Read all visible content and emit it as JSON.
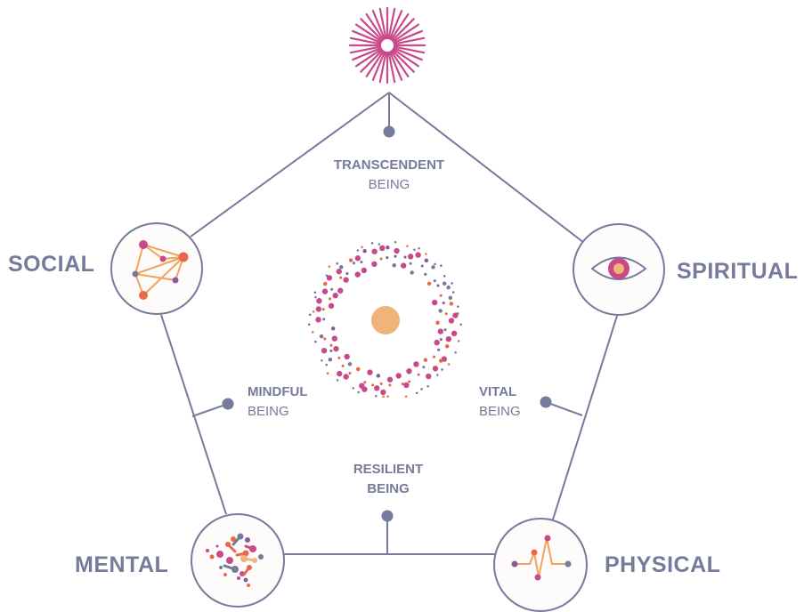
{
  "colors": {
    "line": "#767a9b",
    "magenta": "#c84a8a",
    "orange": "#e8694a",
    "peach": "#f0b37a",
    "purple": "#8a5a9e",
    "slate": "#767a9b",
    "circle_fill": "#fdfcfa"
  },
  "center": {
    "core_label": "",
    "ring": "dotted-ring"
  },
  "nodes": {
    "social": {
      "label": "SOCIAL",
      "icon": "network-icon"
    },
    "spiritual": {
      "label": "SPIRITUAL",
      "icon": "eye-icon"
    },
    "mental": {
      "label": "MENTAL",
      "icon": "brain-icon"
    },
    "physical": {
      "label": "PHYSICAL",
      "icon": "heartbeat-icon"
    },
    "apex": {
      "icon": "starburst-icon"
    }
  },
  "beings": {
    "transcendent": {
      "line1": "TRANSCENDENT",
      "line2": "BEING"
    },
    "mindful": {
      "line1": "MINDFUL",
      "line2": "BEING"
    },
    "vital": {
      "line1": "VITAL",
      "line2": "BEING"
    },
    "resilient": {
      "line1": "RESILIENT",
      "line2": "BEING"
    }
  }
}
